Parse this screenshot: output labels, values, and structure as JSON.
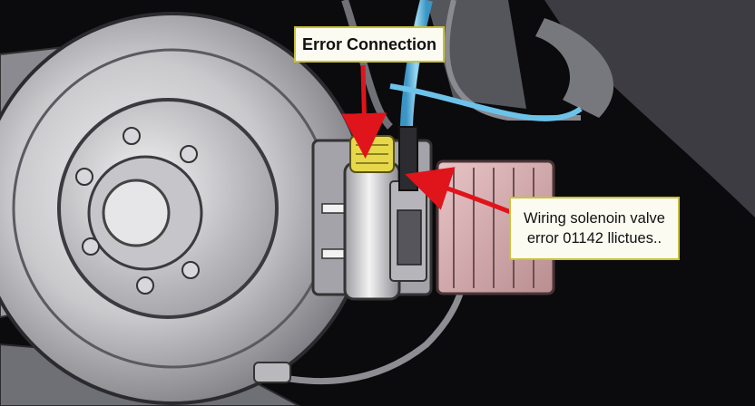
{
  "labels": {
    "top_callout": "Error Connection",
    "side_callout_line1": "Wiring solenoin valve",
    "side_callout_line2": "error 01142 llictues.."
  },
  "colors": {
    "background": "#0b0b0d",
    "callout_fill": "#fbfbf2",
    "callout_border": "#c9c236",
    "arrow": "#e0141b",
    "cable": "#5fb8e0",
    "connector": "#e6d84a",
    "relay_block": "#d9aeb0"
  }
}
